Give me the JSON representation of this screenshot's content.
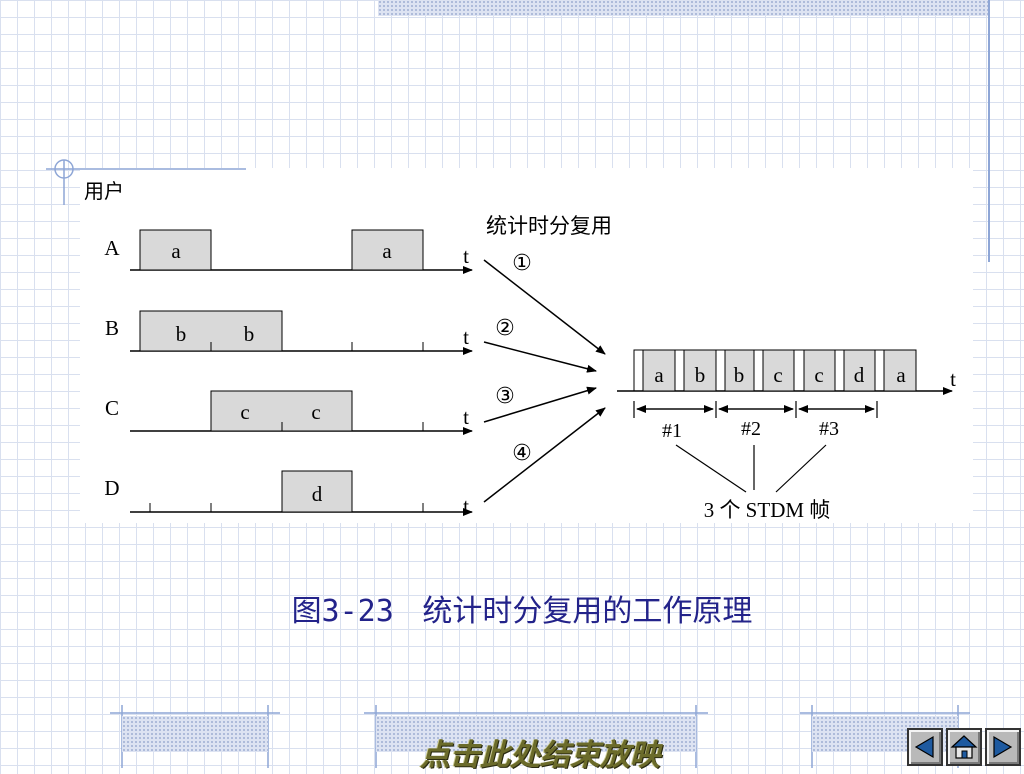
{
  "diagram": {
    "users_label": "用户",
    "method_label": "统计时分复用",
    "time_label": "t",
    "rows": [
      {
        "user": "A",
        "blocks": [
          "a",
          "a"
        ]
      },
      {
        "user": "B",
        "blocks": [
          "b",
          "b"
        ]
      },
      {
        "user": "C",
        "blocks": [
          "c",
          "c"
        ]
      },
      {
        "user": "D",
        "blocks": [
          "d"
        ]
      }
    ],
    "arrow_numbers": [
      "①",
      "②",
      "③",
      "④"
    ],
    "stdm_slots": [
      "a",
      "b",
      "b",
      "c",
      "c",
      "d",
      "a"
    ],
    "frame_labels": [
      "#1",
      "#2",
      "#3"
    ],
    "frames_caption": "3 个 STDM 帧"
  },
  "caption": {
    "number": "图3-23",
    "title": "统计时分复用的工作原理"
  },
  "footer": {
    "end_show_label": "点击此处结束放映"
  },
  "nav": {
    "prev_icon": "triangle-left-icon",
    "home_icon": "home-icon",
    "next_icon": "triangle-right-icon"
  },
  "colors": {
    "caption": "#23238a",
    "block_fill": "#d9d9d9",
    "grid": "#d9e0ef"
  }
}
